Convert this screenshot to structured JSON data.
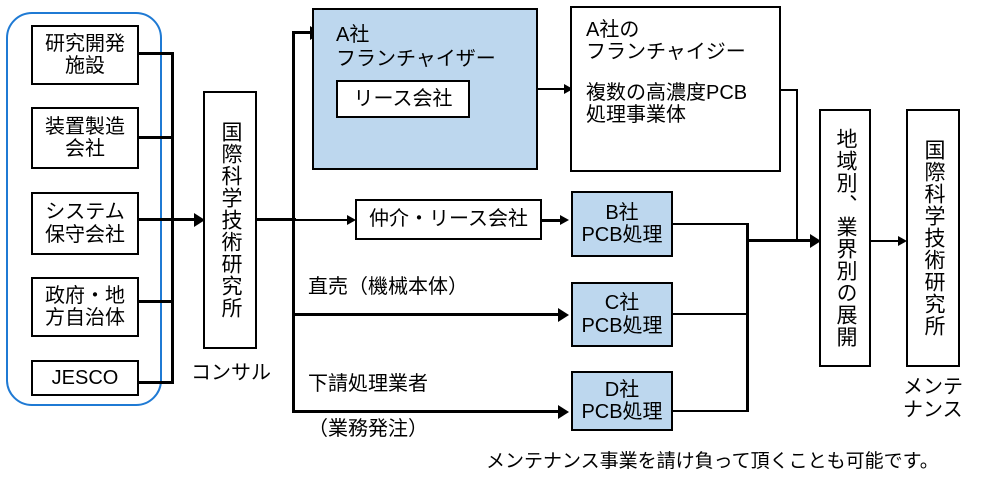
{
  "diagram": {
    "title_caption": "メンテナンス事業を請け負って頂くことも可能です。",
    "accent_blue_fill": "#bdd7ee",
    "group_outline_color": "#1f7ad4",
    "line_color": "#000000"
  },
  "left_group": {
    "name": "stakeholders-group",
    "items": [
      {
        "label": "研究開発\n施設"
      },
      {
        "label": "装置製造\n会社"
      },
      {
        "label": "システム\n保守会社"
      },
      {
        "label": "政府・地\n方自治体"
      },
      {
        "label": "JESCO"
      }
    ]
  },
  "center": {
    "institute_label": "国際科学技術研究所",
    "consult_label": "コンサル"
  },
  "franchise": {
    "a_company": {
      "line1": "A社",
      "line2": "フランチャイザー",
      "inner_box": "リース会社"
    },
    "a_franchisee": {
      "line1": "A社の",
      "line2": "フランチャイジー",
      "line3": "複数の高濃度PCB",
      "line4": "処理事業体"
    }
  },
  "channels": [
    {
      "route_label": "仲介・リース会社",
      "route_label_boxed": true,
      "processor": "B社\nPCB処理"
    },
    {
      "route_label": "直売（機械本体）",
      "route_label_boxed": false,
      "processor": "C社\nPCB処理"
    },
    {
      "route_label": "下請処理業者",
      "route_label_sub": "（業務発注）",
      "route_label_boxed": false,
      "processor": "D社\nPCB処理"
    }
  ],
  "right": {
    "expansion_label": "地域別、業界別の展開",
    "institute_label": "国際科学技術研究所",
    "maintenance_label": "メンテ\nナンス"
  }
}
